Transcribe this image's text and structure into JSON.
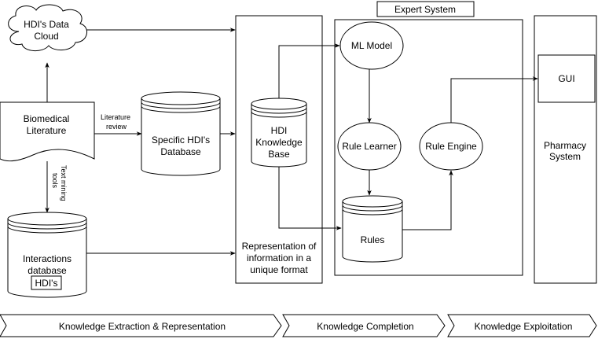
{
  "nodes": {
    "data_cloud": [
      "HDI's Data",
      "Cloud"
    ],
    "biomedical": [
      "Biomedical",
      "Literature"
    ],
    "specific_db": [
      "Specific HDI's",
      "Database"
    ],
    "interactions_db": [
      "Interactions",
      "database"
    ],
    "interactions_db_tag": "HDI's",
    "knowledge_base": [
      "HDI",
      "Knowledge",
      "Base"
    ],
    "representation": [
      "Representation of",
      "information in a",
      "unique format"
    ],
    "expert_system": "Expert System",
    "ml_model": "ML Model",
    "rule_learner": "Rule Learner",
    "rule_engine": "Rule Engine",
    "rules": "Rules",
    "gui": "GUI",
    "pharmacy": [
      "Pharmacy",
      "System"
    ]
  },
  "edge_labels": {
    "literature_review": [
      "Literature",
      "review"
    ],
    "text_mining": [
      "Text mining",
      "tools"
    ]
  },
  "phases": [
    "Knowledge Extraction & Representation",
    "Knowledge Completion",
    "Knowledge Exploitation"
  ]
}
